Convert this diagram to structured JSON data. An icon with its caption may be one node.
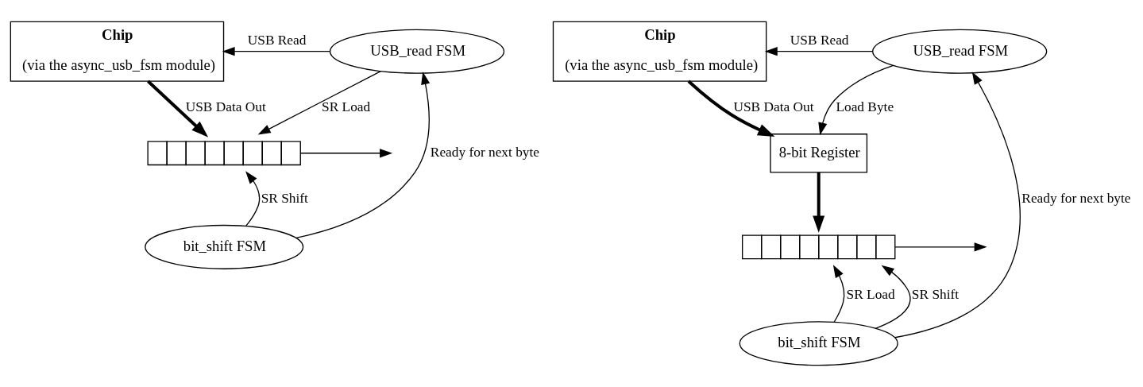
{
  "diagram": {
    "nodes": [
      {
        "text": [
          "Chip",
          "(via the async_usb_fsm module)"
        ]
      },
      {
        "text": [
          "USB_read FSM"
        ]
      },
      {
        "text": [],
        "shape": "bar"
      },
      {
        "text": [
          "bit_shift FSM"
        ]
      },
      {
        "text": [
          "Chip",
          "(via the async_usb_fsm module)"
        ]
      },
      {
        "text": [
          "USB_read FSM"
        ]
      },
      {
        "text": [
          "8-bit Register"
        ]
      },
      {
        "text": [],
        "shape": "bar"
      },
      {
        "text": [
          "bit_shift FSM"
        ]
      }
    ],
    "edges": [
      {
        "from": 1,
        "to": 0,
        "arrow": "to",
        "label": "USB Read"
      },
      {
        "from": 0,
        "to": 2,
        "arrow": "to",
        "label": "USB Data Out",
        "style": "thick"
      },
      {
        "from": 1,
        "to": 2,
        "arrow": "to",
        "label": "SR Load"
      },
      {
        "from": 3,
        "to": 2,
        "arrow": "to",
        "label": "SR Shift"
      },
      {
        "from": 3,
        "to": 1,
        "arrow": "to",
        "label": "Ready for next byte"
      },
      {
        "from": 2,
        "to": null,
        "arrow": "to"
      },
      {
        "from": 5,
        "to": 4,
        "arrow": "to",
        "label": "USB Read"
      },
      {
        "from": 4,
        "to": 6,
        "arrow": "to",
        "label": "USB Data Out",
        "style": "thick"
      },
      {
        "from": 5,
        "to": 6,
        "arrow": "to",
        "label": "Load Byte"
      },
      {
        "from": 6,
        "to": 7,
        "arrow": "to",
        "style": "thick"
      },
      {
        "from": 8,
        "to": 7,
        "arrow": "to",
        "label": "SR Load"
      },
      {
        "from": 8,
        "to": 7,
        "arrow": "to",
        "label": "SR Shift"
      },
      {
        "from": 8,
        "to": 5,
        "arrow": "to",
        "label": "Ready for next byte"
      },
      {
        "from": 7,
        "to": null,
        "arrow": "to"
      }
    ]
  }
}
